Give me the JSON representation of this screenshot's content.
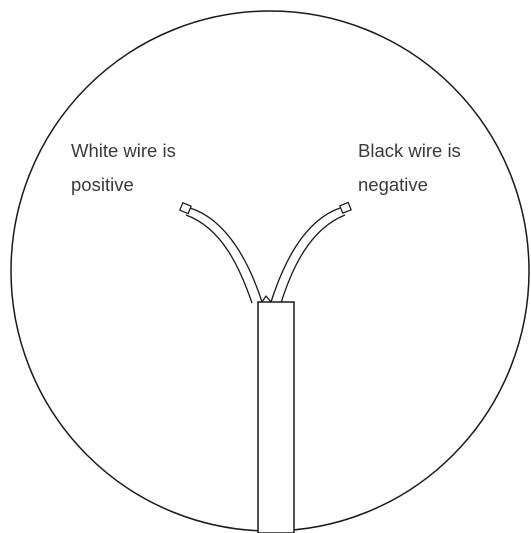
{
  "labels": {
    "white_wire_line1": "White wire is",
    "white_wire_line2": "positive",
    "black_wire_line1": "Black wire is",
    "black_wire_line2": "negative"
  },
  "colors": {
    "line": "#1a1a1a",
    "text": "#3a3a3a",
    "background": "#ffffff"
  }
}
